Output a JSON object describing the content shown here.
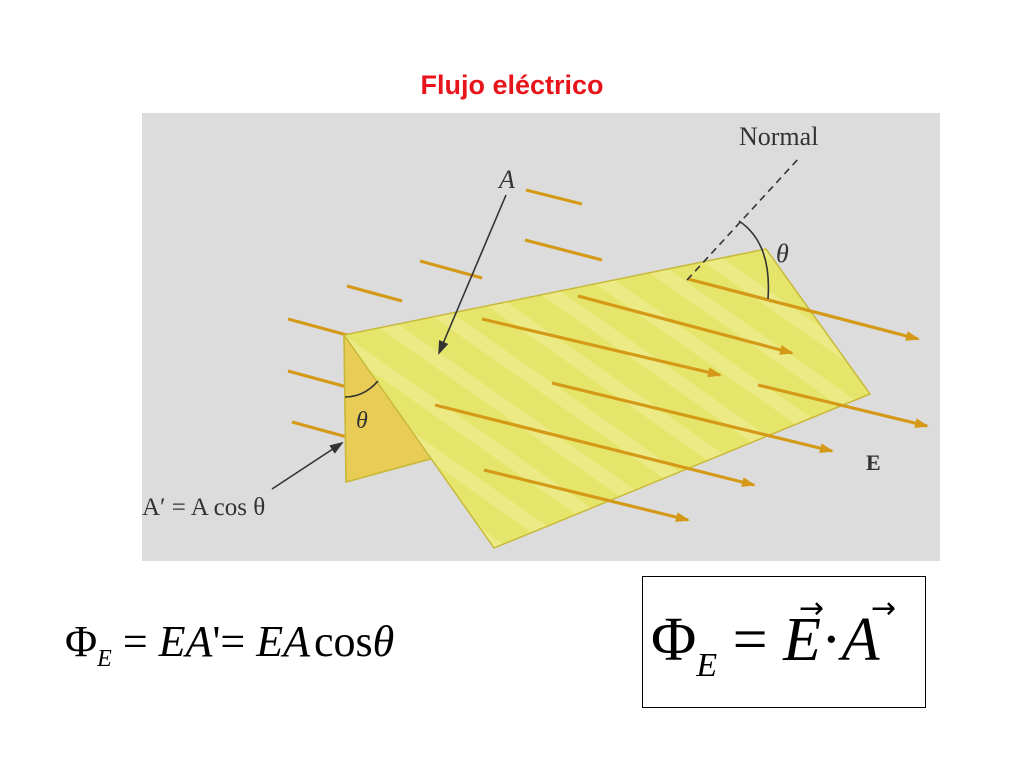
{
  "title": "Flujo eléctrico",
  "colors": {
    "title": "#e8141b",
    "figure_bg": "#dcdcdc",
    "surface": "#e4e56a",
    "surface_edge": "#c9b93a",
    "side_face": "#e9cc55",
    "field_line": "#d49a17",
    "label": "#333333"
  },
  "figure": {
    "normal_label": "Normal",
    "area_label": "A",
    "angle_label": "θ",
    "field_label": "E",
    "projected_area_label": "A′ = A cos θ"
  },
  "equations": {
    "left": {
      "phi": "Φ",
      "sub": "E",
      "rest_a": "= ",
      "ea_prime": "EA",
      "prime": "'",
      "eq2": "= ",
      "ea": "EA",
      "cos": "cos",
      "theta": "θ"
    },
    "boxed": {
      "phi": "Φ",
      "sub": "E",
      "eq": " = ",
      "e": "E",
      "dot": "·",
      "a": "A",
      "arrow": "→"
    }
  }
}
